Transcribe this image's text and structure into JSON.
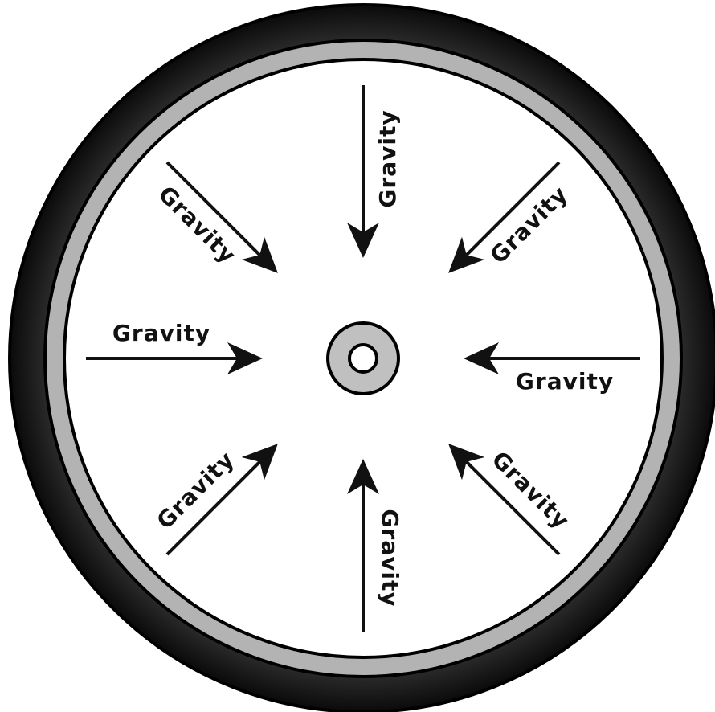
{
  "diagram": {
    "arrows": [
      {
        "id": "top",
        "label": "Gravity"
      },
      {
        "id": "top-right",
        "label": "Gravity"
      },
      {
        "id": "right",
        "label": "Gravity"
      },
      {
        "id": "bottom-right",
        "label": "Gravity"
      },
      {
        "id": "bottom",
        "label": "Gravity"
      },
      {
        "id": "bottom-left",
        "label": "Gravity"
      },
      {
        "id": "left",
        "label": "Gravity"
      },
      {
        "id": "top-left",
        "label": "Gravity"
      }
    ],
    "colors": {
      "tire_outer": "#0d0d0d",
      "tire_inner": "#3a3a3a",
      "rim_band": "#b3b3b3",
      "face": "#ffffff",
      "arrow": "#111111",
      "hub_ring": "#c0c0c0"
    }
  }
}
